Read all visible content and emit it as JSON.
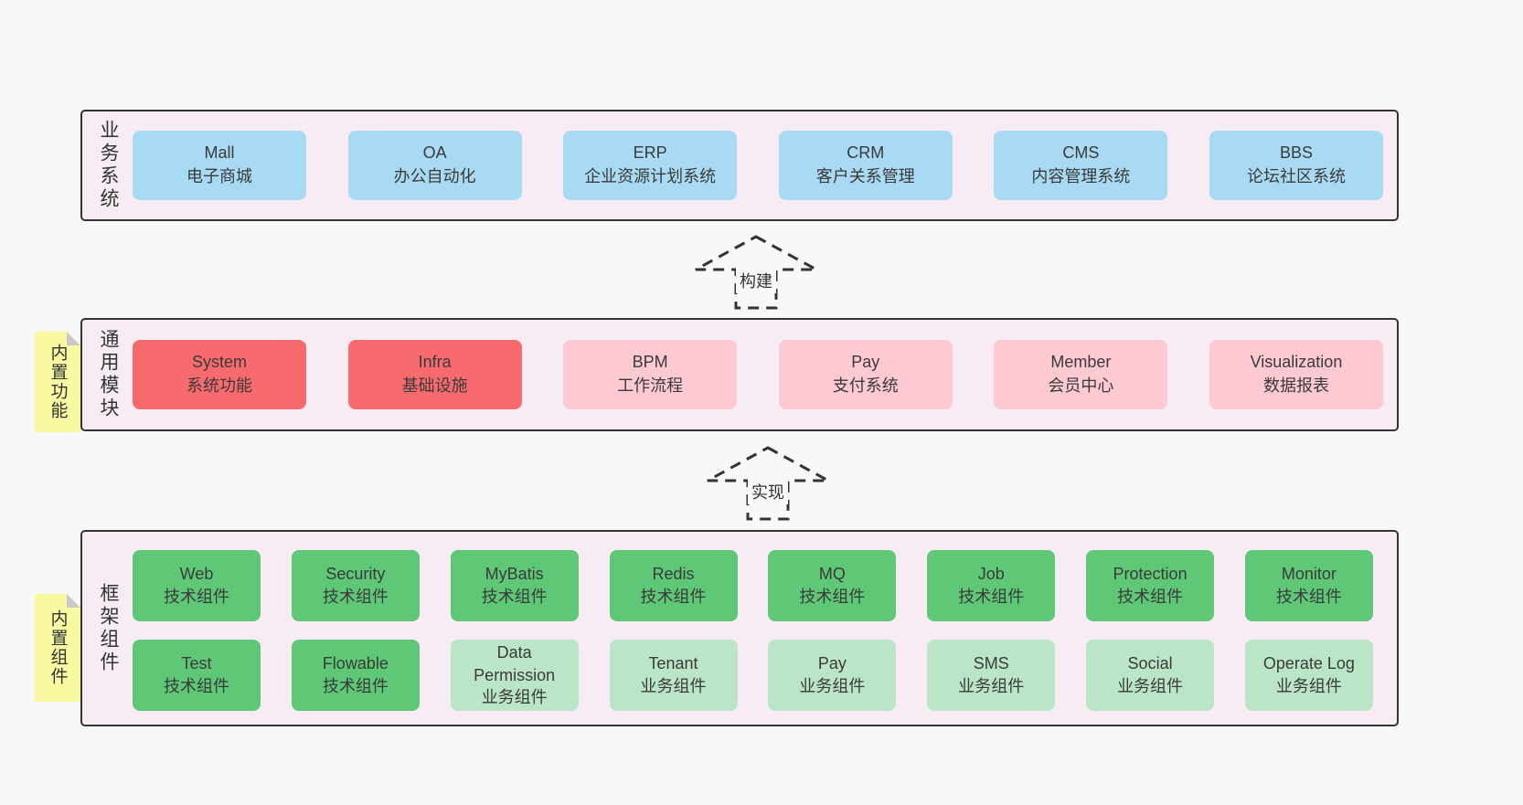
{
  "arrows": {
    "build": "构建",
    "implement": "实现"
  },
  "colors": {
    "page_bg": "#f8f8f8",
    "layer_bg": "#f7ecf4",
    "layer_border": "#333333",
    "blue_box": "#a9daf3",
    "red_box": "#f76b6f",
    "pink_box": "#fdc9d2",
    "green_box": "#5ec877",
    "light_green_box": "#bae5c6",
    "sticky_note": "#f9f9a2",
    "text": "#3a3a3a"
  },
  "layers": {
    "business": {
      "label": "业务系统",
      "boxes": [
        {
          "name": "Mall",
          "desc": "电子商城"
        },
        {
          "name": "OA",
          "desc": "办公自动化"
        },
        {
          "name": "ERP",
          "desc": "企业资源计划系统"
        },
        {
          "name": "CRM",
          "desc": "客户关系管理"
        },
        {
          "name": "CMS",
          "desc": "内容管理系统"
        },
        {
          "name": "BBS",
          "desc": "论坛社区系统"
        }
      ]
    },
    "modules": {
      "label": "通用模块",
      "note": "内置功能",
      "boxes": [
        {
          "name": "System",
          "desc": "系统功能"
        },
        {
          "name": "Infra",
          "desc": "基础设施"
        },
        {
          "name": "BPM",
          "desc": "工作流程"
        },
        {
          "name": "Pay",
          "desc": "支付系统"
        },
        {
          "name": "Member",
          "desc": "会员中心"
        },
        {
          "name": "Visualization",
          "desc": "数据报表"
        }
      ]
    },
    "framework": {
      "label": "框架组件",
      "note": "内置组件",
      "rows": [
        [
          {
            "name": "Web",
            "desc": "技术组件"
          },
          {
            "name": "Security",
            "desc": "技术组件"
          },
          {
            "name": "MyBatis",
            "desc": "技术组件"
          },
          {
            "name": "Redis",
            "desc": "技术组件"
          },
          {
            "name": "MQ",
            "desc": "技术组件"
          },
          {
            "name": "Job",
            "desc": "技术组件"
          },
          {
            "name": "Protection",
            "desc": "技术组件"
          },
          {
            "name": "Monitor",
            "desc": "技术组件"
          }
        ],
        [
          {
            "name": "Test",
            "desc": "技术组件"
          },
          {
            "name": "Flowable",
            "desc": "技术组件"
          },
          {
            "name": "Data Permission",
            "desc": "业务组件"
          },
          {
            "name": "Tenant",
            "desc": "业务组件"
          },
          {
            "name": "Pay",
            "desc": "业务组件"
          },
          {
            "name": "SMS",
            "desc": "业务组件"
          },
          {
            "name": "Social",
            "desc": "业务组件"
          },
          {
            "name": "Operate Log",
            "desc": "业务组件"
          }
        ]
      ]
    }
  }
}
